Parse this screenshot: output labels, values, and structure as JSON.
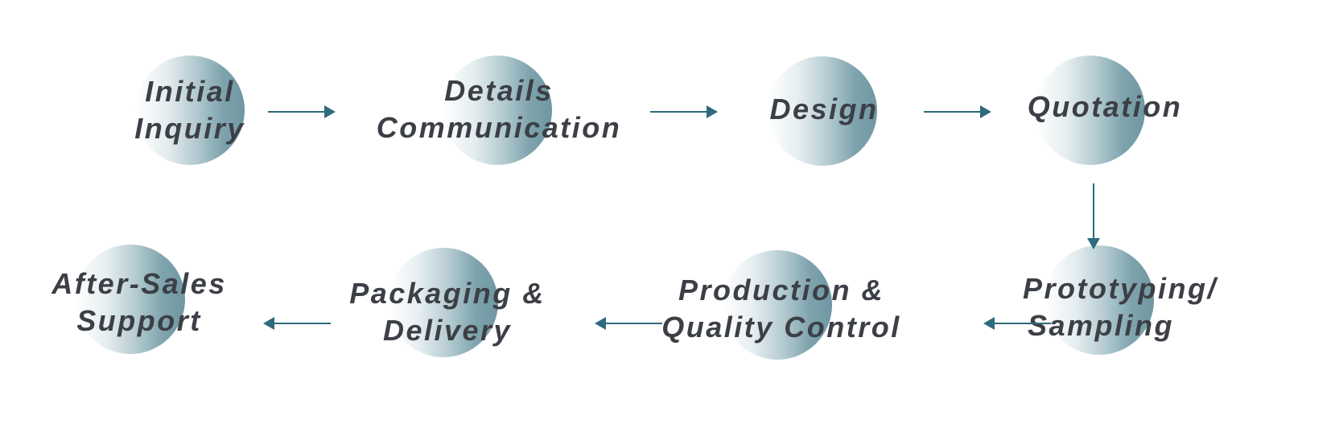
{
  "steps": [
    {
      "lines": [
        "Initial",
        "Inquiry"
      ]
    },
    {
      "lines": [
        "Details",
        "Communication"
      ]
    },
    {
      "lines": [
        "Design"
      ]
    },
    {
      "lines": [
        "Quotation"
      ]
    },
    {
      "lines": [
        "Prototyping/",
        "Sampling"
      ]
    },
    {
      "lines": [
        "Production &",
        "Quality Control"
      ]
    },
    {
      "lines": [
        "Packaging &",
        "Delivery"
      ]
    },
    {
      "lines": [
        "After-Sales",
        "Support"
      ]
    }
  ],
  "colors": {
    "arrow": "#2f6a7e",
    "text": "#3c3f46",
    "circle_accent": "#6f97a2"
  },
  "icons": {
    "connector": "arrow-icon"
  }
}
